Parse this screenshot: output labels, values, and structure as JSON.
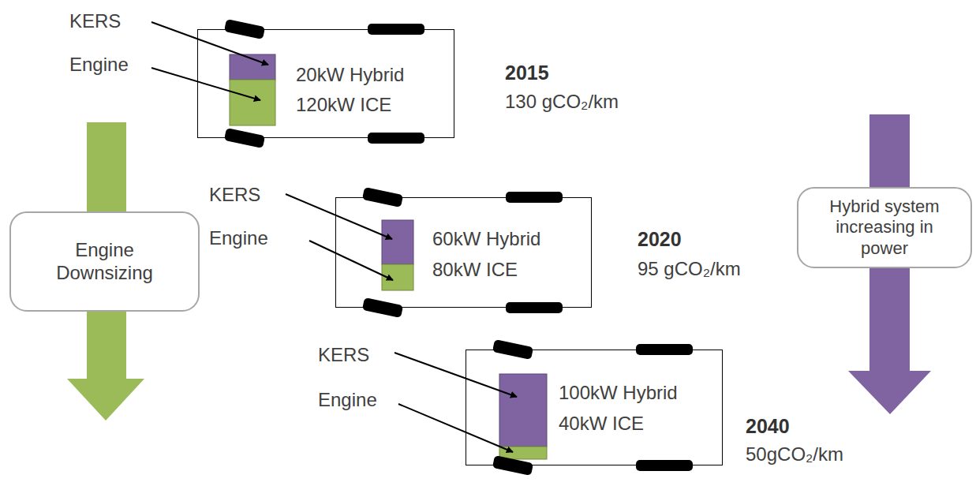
{
  "diagram": {
    "nodes": [
      {
        "text": [
          "20kW Hybrid",
          "120kW ICE"
        ]
      },
      {
        "text": [
          "Engine Downsizing"
        ]
      },
      {
        "text": [
          "60kW Hybrid",
          "80kW ICE"
        ]
      },
      {
        "text": [
          "Hybrid system increasing in power"
        ]
      },
      {
        "text": [
          "100kW Hybrid",
          "40kW ICE"
        ]
      }
    ],
    "labels": [
      "KERS",
      "Engine",
      "2015",
      "130 gCO₂/km",
      "KERS",
      "Engine",
      "2020",
      "95 gCO₂/km",
      "KERS",
      "Engine",
      "2040",
      "50gCO₂/km"
    ]
  }
}
